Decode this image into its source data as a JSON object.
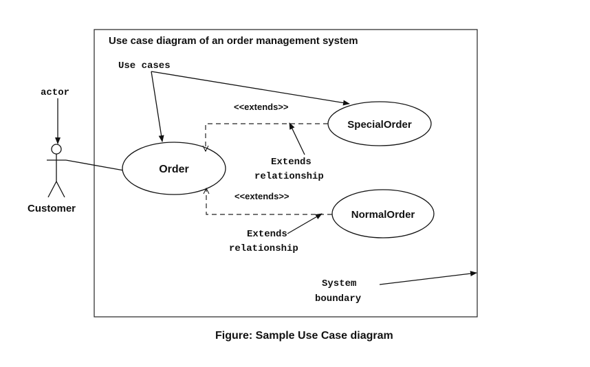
{
  "boundary": {
    "title": "Use case diagram of an order management system"
  },
  "actor": {
    "label": "actor",
    "name": "Customer"
  },
  "use_cases": {
    "order": "Order",
    "special_order": "SpecialOrder",
    "normal_order": "NormalOrder"
  },
  "annotations": {
    "use_cases_label": "Use cases",
    "extends_top": "<<extends>>",
    "extends_bottom": "<<extends>>",
    "extends_rel_1_line1": "Extends",
    "extends_rel_1_line2": "relationship",
    "extends_rel_2_line1": "Extends",
    "extends_rel_2_line2": "relationship",
    "system_line1": "System",
    "system_line2": "boundary"
  },
  "caption": "Figure: Sample Use Case diagram",
  "colors": {
    "line": "#111111",
    "text": "#111111",
    "background": "#ffffff"
  }
}
